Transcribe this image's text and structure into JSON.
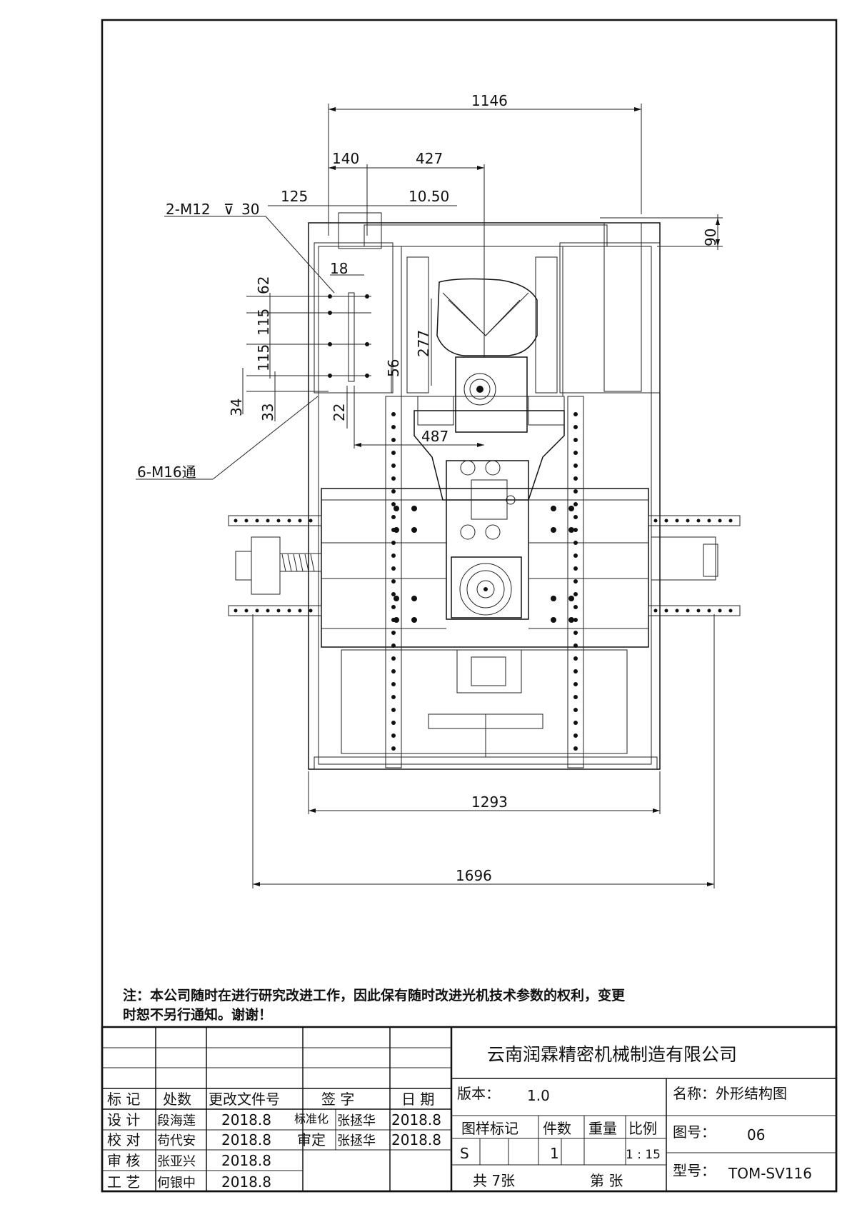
{
  "drawing": {
    "dimensions": {
      "top_width": "1146",
      "offset_140": "140",
      "offset_427": "427",
      "offset_125": "125",
      "offset_10_50": "10.50",
      "right_90": "90",
      "hole_callout_1": "2-M12",
      "hole_callout_1_depth": "30",
      "hole_callout_2": "6-M16通",
      "v_62": "62",
      "v_115a": "115",
      "v_115b": "115",
      "h_18": "18",
      "v_277": "277",
      "v_56": "56",
      "v_34": "34",
      "v_33": "33",
      "v_22": "22",
      "h_487": "487",
      "bottom_1293": "1293",
      "bottom_1696": "1696"
    }
  },
  "note": {
    "line1": "注：本公司随时在进行研究改进工作，因此保有随时改进光机技术参数的权利，变更",
    "line2": "时恕不另行通知。谢谢！"
  },
  "title_block": {
    "company": "云南润霖精密机械制造有限公司",
    "headers": {
      "mark": "标 记",
      "count": "处数",
      "change_doc": "更改文件号",
      "signature": "签 字",
      "date": "日 期"
    },
    "rows": [
      {
        "role": "设 计",
        "name": "段海莲",
        "date": "2018.8",
        "role2": "标准化",
        "name2": "张拯华",
        "date2": "2018.8"
      },
      {
        "role": "校 对",
        "name": "苟代安",
        "date": "2018.8",
        "role2": "审定",
        "name2": "张拯华",
        "date2": "2018.8"
      },
      {
        "role": "审 核",
        "name": "张亚兴",
        "date": "2018.8"
      },
      {
        "role": "工 艺",
        "name": "何银中",
        "date": "2018.8"
      }
    ],
    "version_label": "版本：",
    "version_value": "1.0",
    "name_label": "名称：外形结构图",
    "col_pattern_mark": "图样标记",
    "col_quantity": "件数",
    "col_weight": "重量",
    "col_scale": "比例",
    "pattern_mark_value": "S",
    "quantity_value": "1",
    "scale_value": "1 : 15",
    "drawing_no_label": "图号：",
    "drawing_no_value": "06",
    "model_label": "型号：",
    "model_value": "TOM-SV116",
    "total_sheets": "共 7张",
    "sheet_no": "第 张"
  }
}
